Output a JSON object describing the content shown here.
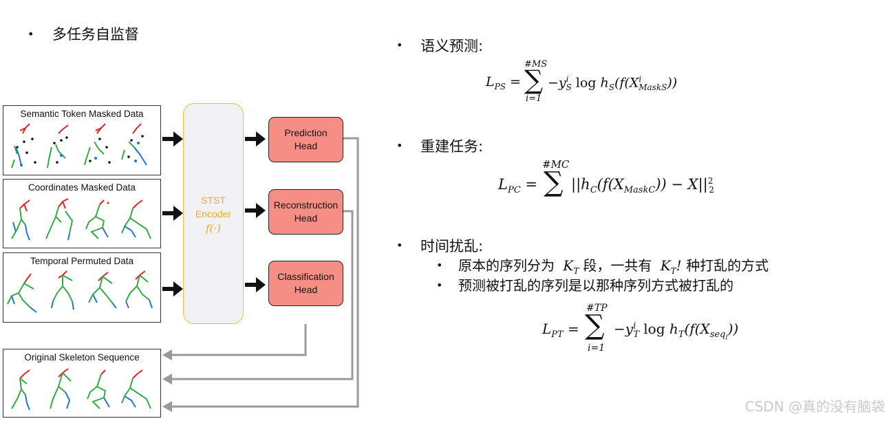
{
  "left_title": "多任务自监督",
  "panels": {
    "semantic": "Semantic Token Masked Data",
    "coordinates": "Coordinates Masked Data",
    "temporal": "Temporal Permuted Data",
    "original": "Original Skeleton Sequence"
  },
  "encoder": {
    "line1": "STST",
    "line2": "Encoder",
    "func": "f(·)"
  },
  "heads": {
    "prediction": [
      "Prediction",
      "Head"
    ],
    "reconstruction": [
      "Reconstruction",
      "Head"
    ],
    "classification": [
      "Classification",
      "Head"
    ]
  },
  "sections": {
    "semantic_title": "语义预测:",
    "recon_title": "重建任务:",
    "temporal_title": "时间扰乱:",
    "temporal_sub1_a": "原本的序列分为",
    "temporal_sub1_b": "段，一共有",
    "temporal_sub1_c": "种打乱的方式",
    "temporal_sub2": "预测被打乱的序列是以那种序列方式被打乱的"
  },
  "formulas": {
    "ps_upper": "#MS",
    "ps_lower": "i=1",
    "pc_upper": "#MC",
    "pt_upper": "#TP",
    "pt_lower": "i=1"
  },
  "watermark": "CSDN @真的没有脑袋",
  "colors": {
    "head_fill": "#f58e84",
    "encoder_border": "#f5b942",
    "encoder_text": "#f2a92a",
    "return_arrow": "#9a9a9a"
  }
}
